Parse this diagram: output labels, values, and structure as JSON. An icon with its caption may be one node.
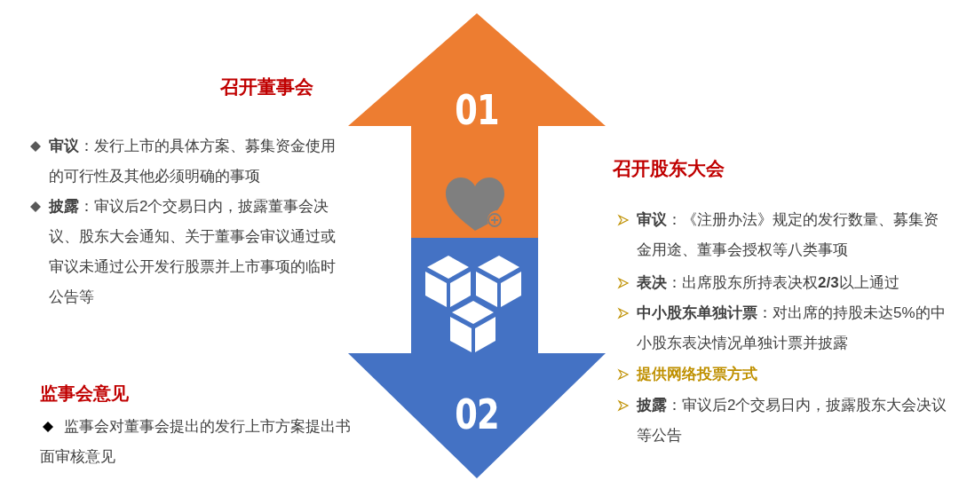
{
  "diagram": {
    "nodes": [
      {
        "text": [
          "01"
        ]
      },
      {
        "text": [
          "02"
        ]
      }
    ],
    "labels": [
      "召开董事会",
      "**审议**：发行上市的具体方案、募集资金使用的可行性及其他必须明确的事项",
      "**披露**：审议后2个交易日内，披露董事会决议、股东大会通知、关于董事会审议通过或审议未通过公开发行股票并上市事项的临时公告等",
      "召开股东大会",
      "**审议**：《注册办法》规定的发行数量、募集资金用途、董事会授权等八类事项",
      "**表决**：出席股东所持表决权**2/3**以上通过",
      "**中小股东单独计票**：对出席的持股未达5%的中小股东表决情况单独计票并披露",
      "提供网络投票方式",
      "**披露**：审议后2个交易日内，披露股东大会决议等公告",
      "监事会意见",
      "监事会对董事会提出的发行上市方案提出书面审核意见"
    ]
  }
}
